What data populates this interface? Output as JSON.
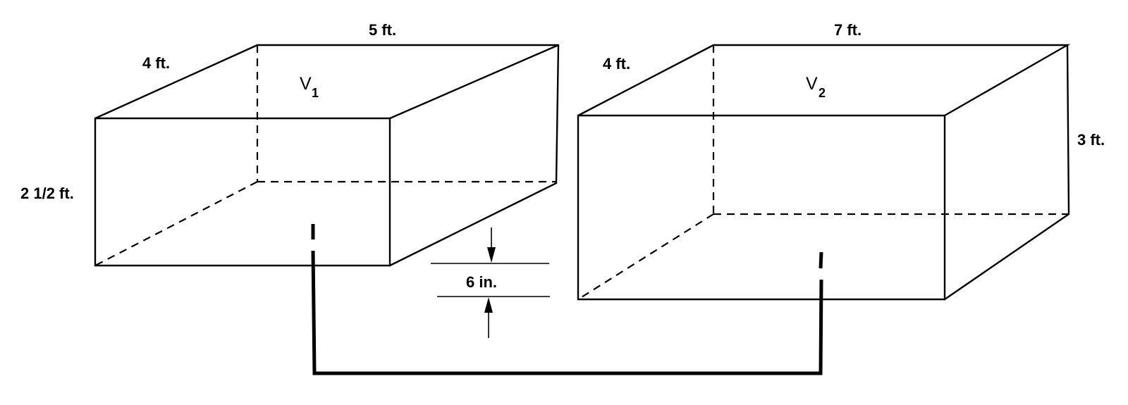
{
  "tank1": {
    "name": "V",
    "subscript": "1",
    "length": "5 ft.",
    "width": "4 ft.",
    "height": "2 1/2 ft."
  },
  "tank2": {
    "name": "V",
    "subscript": "2",
    "length": "7 ft.",
    "width": "4 ft.",
    "height": "3 ft."
  },
  "offset": {
    "label": "6 in."
  }
}
